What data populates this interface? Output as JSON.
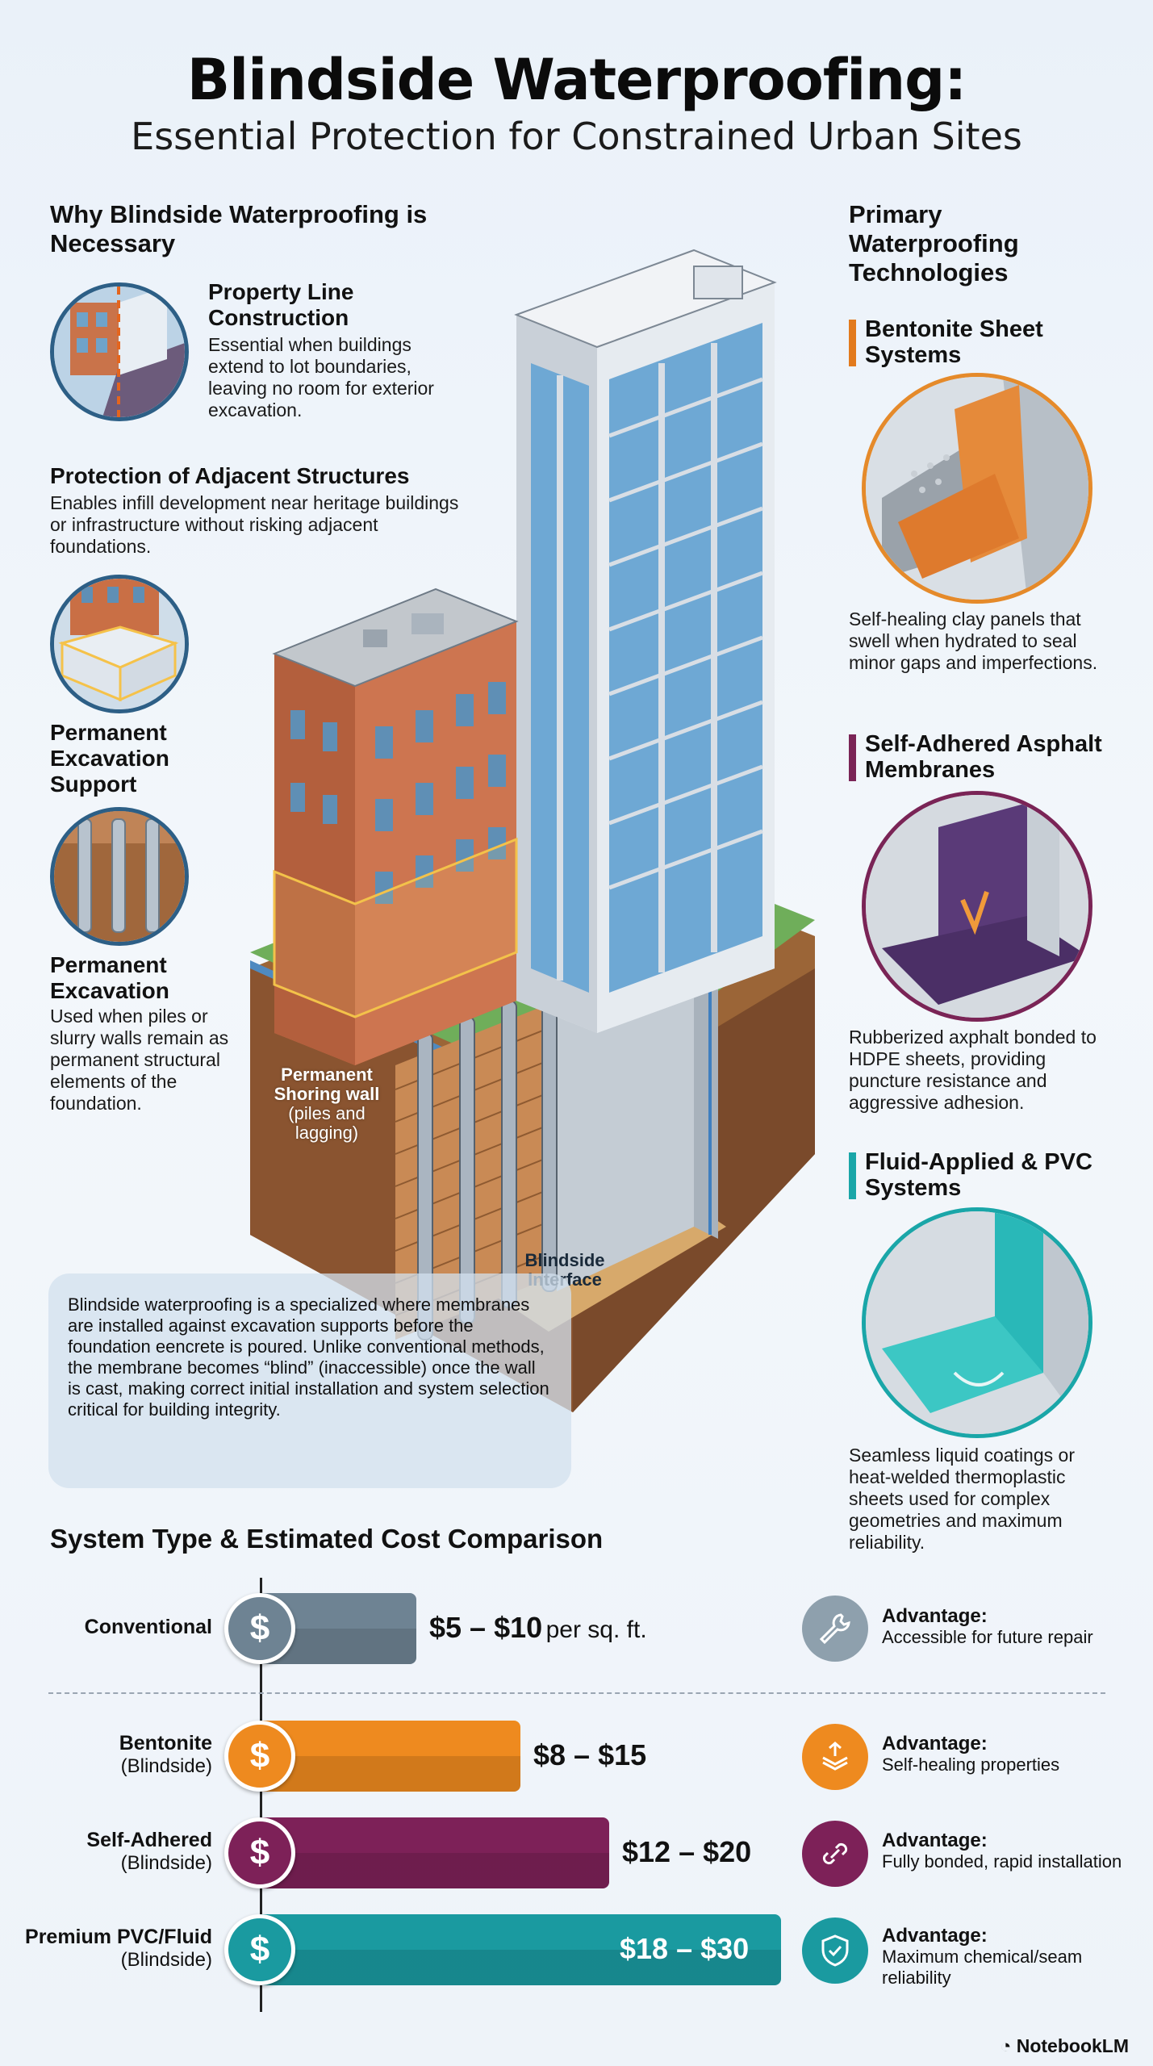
{
  "header": {
    "title": "Blindside Waterproofing:",
    "subtitle": "Essential Protection for Constrained Urban Sites"
  },
  "left": {
    "heading": "Why Blindside Waterproofing is Necessary",
    "items": [
      {
        "title": "Property Line Construction",
        "body": "Essential when buildings extend to lot boundaries, leaving no room for exterior excavation."
      },
      {
        "title": "Protection of Adjacent Structures",
        "body": "Enables infill development near heritage buildings or infrastructure without risking adjacent foundations."
      },
      {
        "title": "Permanent Excavation Support",
        "body": ""
      },
      {
        "title": "Permanent Excavation",
        "body": "Used when piles or slurry walls remain as permanent structural elements of the foundation."
      }
    ]
  },
  "illustration": {
    "shoring_label": "Permanent Shoring wall",
    "shoring_sub": "(piles and lagging)",
    "interface_label": "Blindside Interface"
  },
  "info_text": "Blindside waterproofing is a specialized where membranes are installed against excavation supports before the foundation eencrete is poured. Unlike conventional methods, the membrane becomes “blind” (inaccessible) once the wall is cast, making correct initial installation and system selection critical for building integrity.",
  "right": {
    "heading": "Primary Waterproofing Technologies",
    "items": [
      {
        "title": "Bentonite Sheet Systems",
        "body": "Self-healing clay panels that swell when hydrated to seal minor gaps and imperfections.",
        "color": "#e27a1d"
      },
      {
        "title": "Self-Adhered Asphalt Membranes",
        "body": "Rubberized axphalt bonded to HDPE sheets, providing puncture resistance and aggressive adhesion.",
        "color": "#7a2456"
      },
      {
        "title": "Fluid-Applied & PVC Systems",
        "body": "Seamless liquid coatings or heat-welded thermoplastic sheets used for complex geometries and maximum reliability.",
        "color": "#1aa6a8"
      }
    ]
  },
  "cost": {
    "title": "System Type & Estimated Cost Comparison",
    "rows": [
      {
        "name": "Conventional",
        "sub": "",
        "price": "$5 – $10",
        "unit": "per sq. ft.",
        "bar_fraction": 0.3,
        "advantage_title": "Advantage:",
        "advantage": "Accessible for future repair",
        "color": "#6e8393",
        "coin": "$",
        "icon": "wrench-icon"
      },
      {
        "name": "Bentonite",
        "sub": "(Blindside)",
        "price": "$8 – $15",
        "unit": "",
        "bar_fraction": 0.5,
        "advantage_title": "Advantage:",
        "advantage": "Self-healing properties",
        "color": "#ee8a1f",
        "coin": "$",
        "icon": "swell-icon"
      },
      {
        "name": "Self-Adhered",
        "sub": "(Blindside)",
        "price": "$12 – $20",
        "unit": "",
        "bar_fraction": 0.67,
        "advantage_title": "Advantage:",
        "advantage": "Fully bonded, rapid installation",
        "color": "#7d2158",
        "coin": "$",
        "icon": "link-icon"
      },
      {
        "name": "Premium PVC/Fluid",
        "sub": "(Blindside)",
        "price": "$18 – $30",
        "unit": "",
        "bar_fraction": 1.0,
        "advantage_title": "Advantage:",
        "advantage": "Maximum chemical/seam reliability",
        "color": "#1a9aa0",
        "coin": "$",
        "icon": "shield-check-icon"
      }
    ]
  },
  "footer": {
    "brand": "NotebookLM"
  }
}
